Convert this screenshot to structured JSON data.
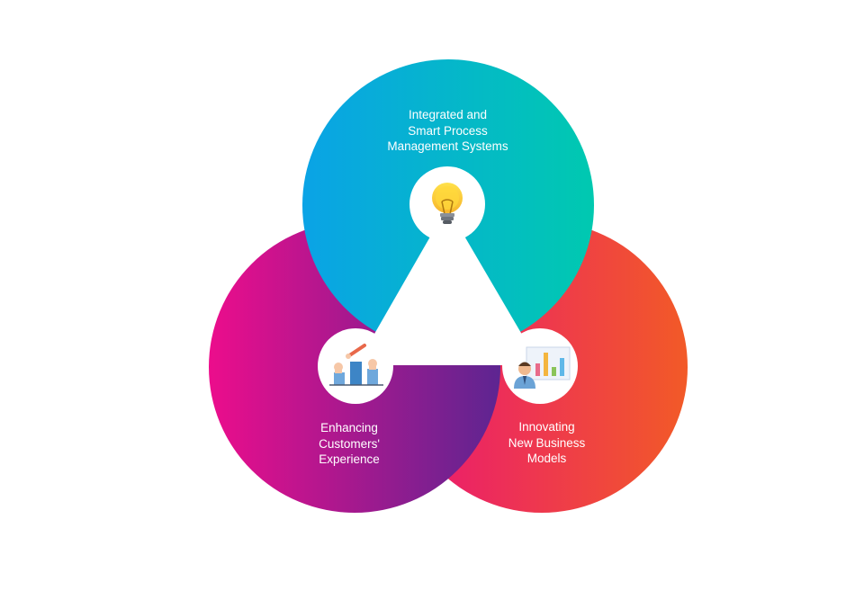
{
  "colors": {
    "blue_start": "#0aa3e6",
    "blue_end": "#00c9b0",
    "pink": "#ec0d8c",
    "purple": "#5d2591",
    "red_start": "#ea1674",
    "red_end": "#f25a27",
    "background": "#ffffff"
  },
  "nodes": [
    {
      "id": "top",
      "icon": "light-bulb-icon",
      "lines": [
        "Integrated and",
        "Smart Process",
        "Management Systems"
      ]
    },
    {
      "id": "left",
      "icon": "team-growth-chart-icon",
      "lines": [
        "Enhancing",
        "Customers'",
        "Experience"
      ]
    },
    {
      "id": "right",
      "icon": "presentation-chart-icon",
      "lines": [
        "Innovating",
        "New Business",
        "Models"
      ]
    }
  ]
}
